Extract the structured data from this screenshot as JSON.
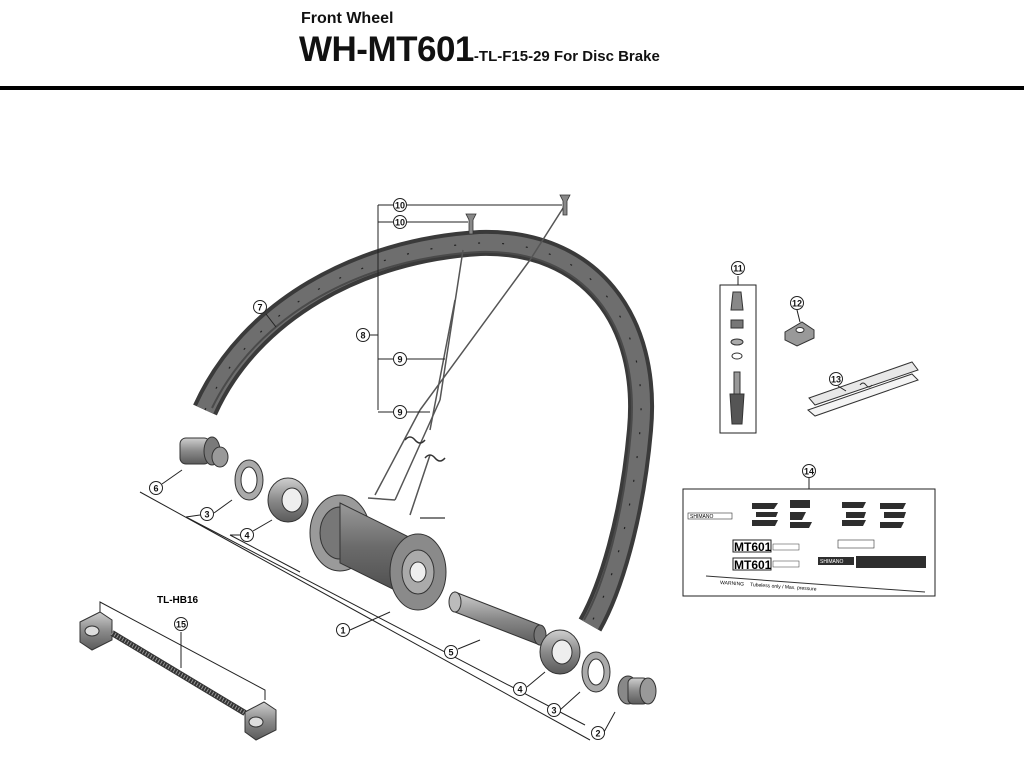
{
  "header": {
    "title": "Front Wheel",
    "model": "WH-MT601",
    "model_suffix": "-TL-F15-29 For Disc Brake"
  },
  "group_label": "TL-HB16",
  "callouts": [
    "1",
    "2",
    "3",
    "3",
    "4",
    "4",
    "5",
    "6",
    "7",
    "8",
    "9",
    "9",
    "10",
    "10",
    "11",
    "12",
    "13",
    "14",
    "15"
  ],
  "decals": {
    "brand_small": "SHIMANO",
    "model_decal": "MT601",
    "warning_text": "WARNING",
    "warning_note": "Tubeless only / Max. pressure"
  }
}
